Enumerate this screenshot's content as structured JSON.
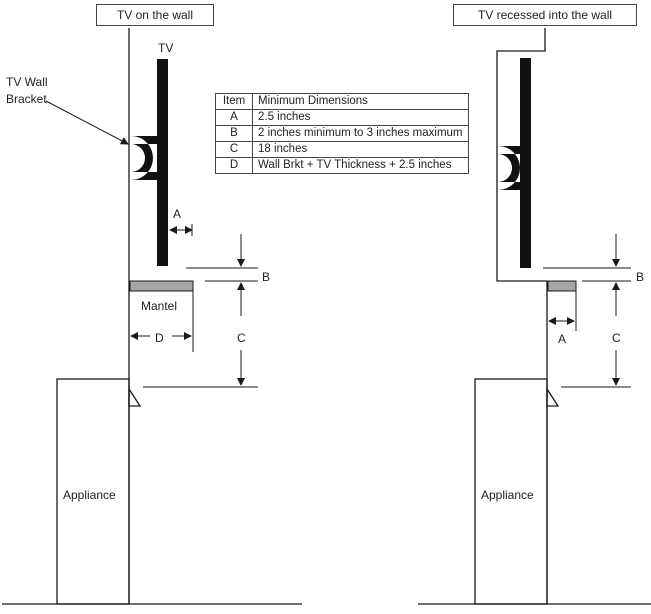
{
  "left_panel": {
    "title": "TV on the wall",
    "tv_label": "TV",
    "bracket_label_line1": "TV Wall",
    "bracket_label_line2": "Bracket",
    "mantel_label": "Mantel",
    "appliance_label": "Appliance",
    "dim_a": "A",
    "dim_b": "B",
    "dim_c": "C",
    "dim_d": "D"
  },
  "right_panel": {
    "title": "TV recessed into the wall",
    "appliance_label": "Appliance",
    "dim_a": "A",
    "dim_b": "B",
    "dim_c": "C"
  },
  "table": {
    "headers": {
      "item": "Item",
      "dimension": "Minimum Dimensions"
    },
    "rows": [
      {
        "item": "A",
        "dimension": "2.5 inches"
      },
      {
        "item": "B",
        "dimension": "2 inches minimum to 3 inches maximum"
      },
      {
        "item": "C",
        "dimension": "18 inches"
      },
      {
        "item": "D",
        "dimension": "Wall Brkt + TV Thickness + 2.5 inches"
      }
    ]
  },
  "colors": {
    "line": "#1a1a1a",
    "tv": "#111111",
    "mantel": "#a6a6a6"
  }
}
